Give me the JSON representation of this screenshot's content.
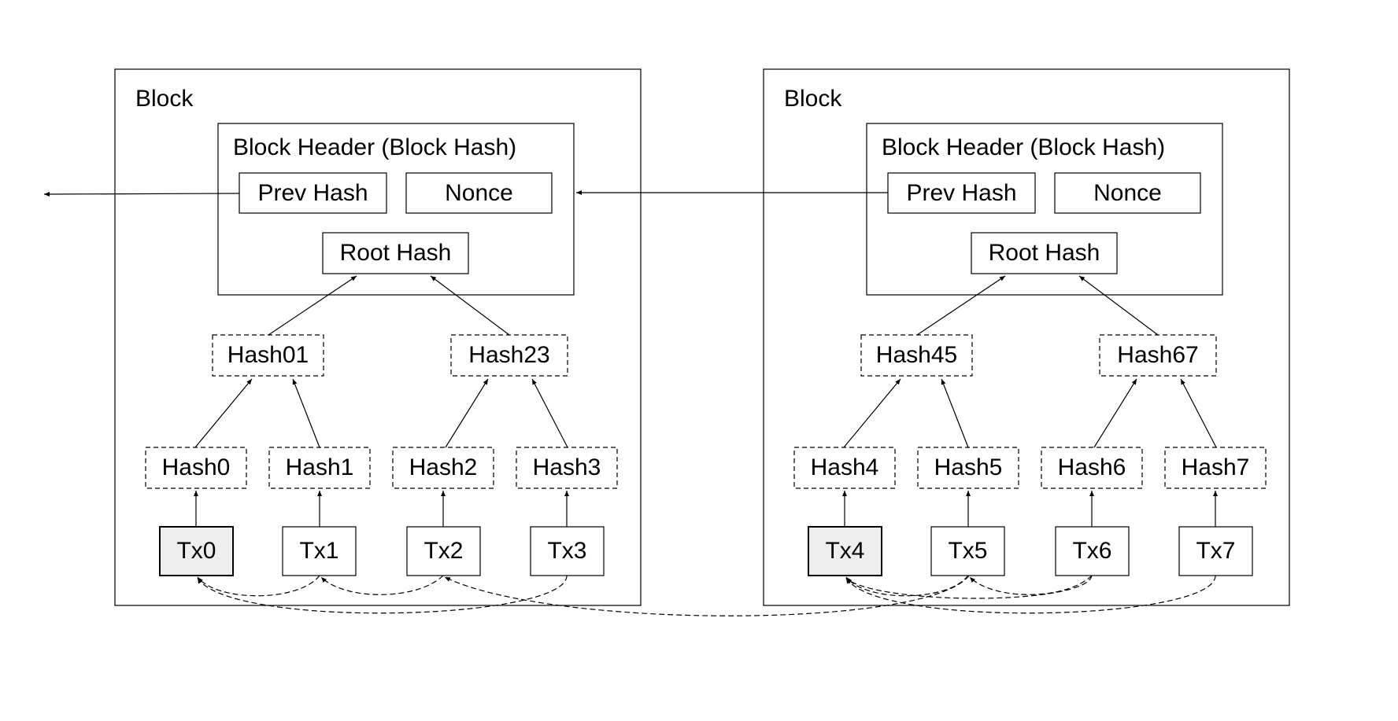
{
  "block_left": {
    "title": "Block",
    "header_title": "Block Header (Block Hash)",
    "prev_hash": "Prev Hash",
    "nonce": "Nonce",
    "root_hash": "Root Hash",
    "level1": [
      "Hash01",
      "Hash23"
    ],
    "level0": [
      "Hash0",
      "Hash1",
      "Hash2",
      "Hash3"
    ],
    "transactions": [
      "Tx0",
      "Tx1",
      "Tx2",
      "Tx3"
    ]
  },
  "block_right": {
    "title": "Block",
    "header_title": "Block Header (Block Hash)",
    "prev_hash": "Prev Hash",
    "nonce": "Nonce",
    "root_hash": "Root Hash",
    "level1": [
      "Hash45",
      "Hash67"
    ],
    "level0": [
      "Hash4",
      "Hash5",
      "Hash6",
      "Hash7"
    ],
    "transactions": [
      "Tx4",
      "Tx5",
      "Tx6",
      "Tx7"
    ]
  },
  "colors": {
    "line": "#000000",
    "highlight_fill": "#eeeeee",
    "background": "#ffffff"
  }
}
